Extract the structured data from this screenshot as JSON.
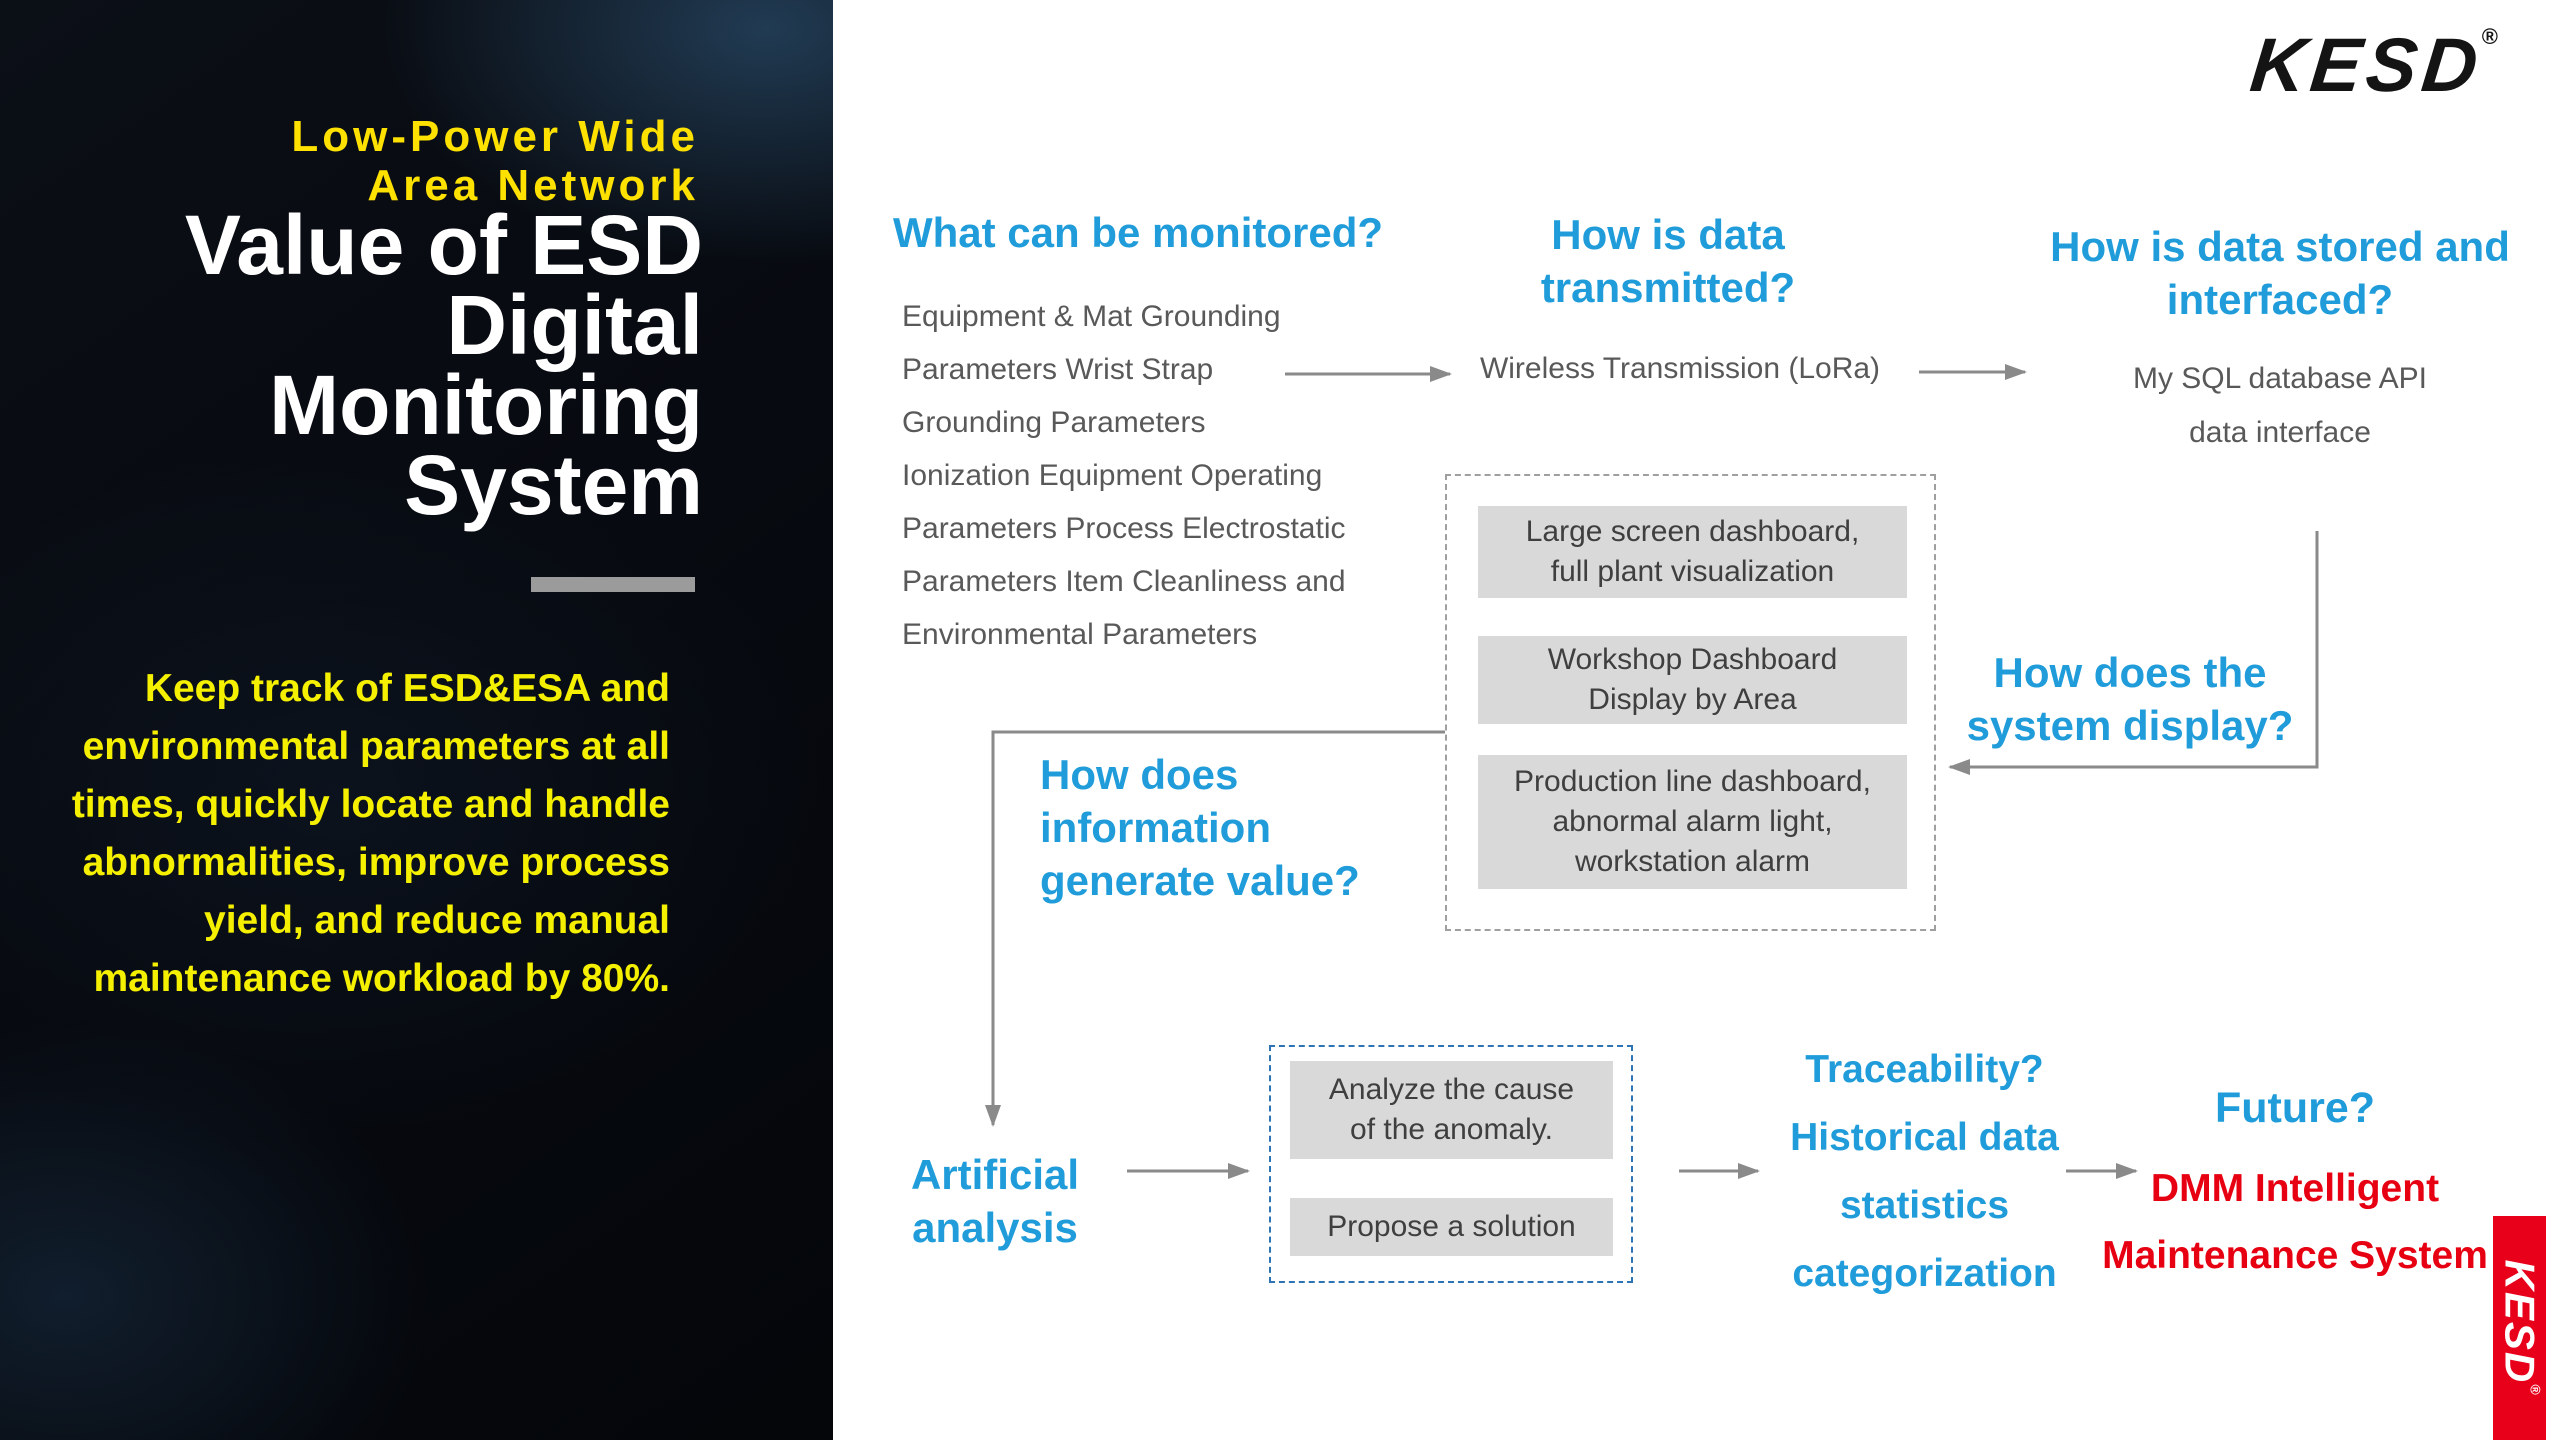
{
  "colors": {
    "accent_cyan": "#1f9cd9",
    "accent_red": "#e60012",
    "accent_yellow": "#f5ef00",
    "box_gray": "#d9d9d9",
    "line_gray": "#8a8a8a"
  },
  "left_panel": {
    "kicker_lines": [
      "Low-Power Wide",
      "Area Network"
    ],
    "title_lines": [
      "Value of ESD",
      "Digital",
      "Monitoring",
      "System"
    ],
    "paragraph_lines": [
      "Keep track of ESD&ESA and",
      "environmental parameters at all",
      "times, quickly locate and handle",
      "abnormalities, improve process",
      "yield, and reduce manual",
      "maintenance workload by 80%."
    ]
  },
  "brand": {
    "logo_text": "KESD",
    "registered_mark": "®"
  },
  "flow": {
    "monitored": {
      "heading": "What can be monitored?",
      "body_lines": [
        "Equipment & Mat Grounding",
        "Parameters Wrist Strap",
        "Grounding Parameters",
        "Ionization Equipment Operating",
        "Parameters Process Electrostatic",
        "Parameters Item Cleanliness and",
        "Environmental Parameters"
      ]
    },
    "transmitted": {
      "heading_lines": [
        "How is data",
        "transmitted?"
      ],
      "body": "Wireless Transmission (LoRa)"
    },
    "stored": {
      "heading_lines": [
        "How is data stored and",
        "interfaced?"
      ],
      "body_lines": [
        "My SQL database API",
        "data interface"
      ]
    },
    "display": {
      "heading_lines": [
        "How does the",
        "system display?"
      ],
      "boxes": [
        "Large screen dashboard, full plant visualization",
        "Workshop Dashboard Display by Area",
        "Production line dashboard, abnormal alarm light, workstation alarm"
      ]
    },
    "value": {
      "heading_lines": [
        "How does",
        "information",
        "generate value?"
      ]
    },
    "analysis": {
      "heading_lines": [
        "Artificial",
        "analysis"
      ],
      "boxes": [
        "Analyze the cause of the anomaly.",
        "Propose a solution"
      ]
    },
    "traceability": {
      "heading_lines": [
        "Traceability?",
        "Historical data",
        "statistics",
        "categorization"
      ]
    },
    "future": {
      "heading": "Future?",
      "subtitle_lines": [
        "DMM Intelligent",
        "Maintenance System"
      ]
    }
  }
}
